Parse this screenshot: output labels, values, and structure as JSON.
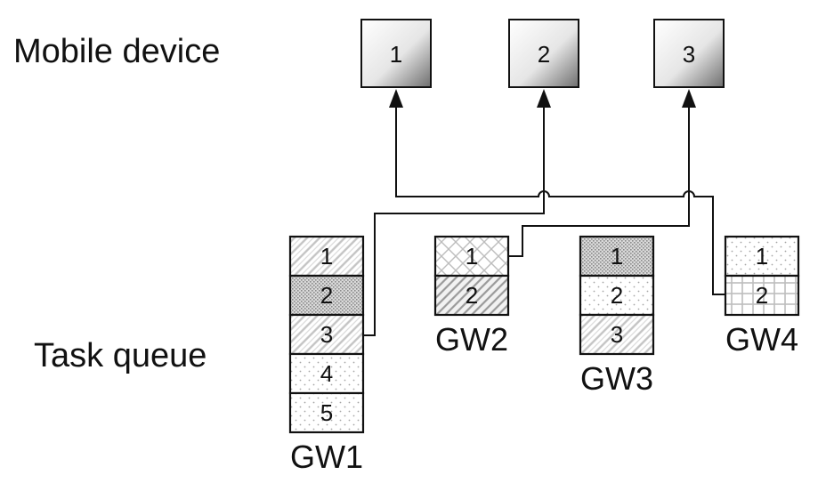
{
  "labels": {
    "mobile_device": "Mobile device",
    "task_queue": "Task queue"
  },
  "devices": [
    {
      "label": "1"
    },
    {
      "label": "2"
    },
    {
      "label": "3"
    }
  ],
  "gateways": [
    {
      "name": "GW1",
      "tasks": [
        {
          "label": "1",
          "pattern": "diag-light"
        },
        {
          "label": "2",
          "pattern": "dense-dots"
        },
        {
          "label": "3",
          "pattern": "diag-light"
        },
        {
          "label": "4",
          "pattern": "sparse-dots"
        },
        {
          "label": "5",
          "pattern": "sparse-dots"
        }
      ]
    },
    {
      "name": "GW2",
      "tasks": [
        {
          "label": "1",
          "pattern": "crosshatch"
        },
        {
          "label": "2",
          "pattern": "diag-dense"
        }
      ]
    },
    {
      "name": "GW3",
      "tasks": [
        {
          "label": "1",
          "pattern": "dense-dots"
        },
        {
          "label": "2",
          "pattern": "sparse-dots"
        },
        {
          "label": "3",
          "pattern": "diag-light"
        }
      ]
    },
    {
      "name": "GW4",
      "tasks": [
        {
          "label": "1",
          "pattern": "sparse-dots"
        },
        {
          "label": "2",
          "pattern": "grid"
        }
      ]
    }
  ],
  "connections": [
    {
      "from_gateway": "GW1",
      "from_task": "3",
      "to_device": "2"
    },
    {
      "from_gateway": "GW2",
      "from_task": "1",
      "to_device": "3"
    },
    {
      "from_gateway": "GW4",
      "from_task": "2",
      "to_device": "1"
    }
  ]
}
